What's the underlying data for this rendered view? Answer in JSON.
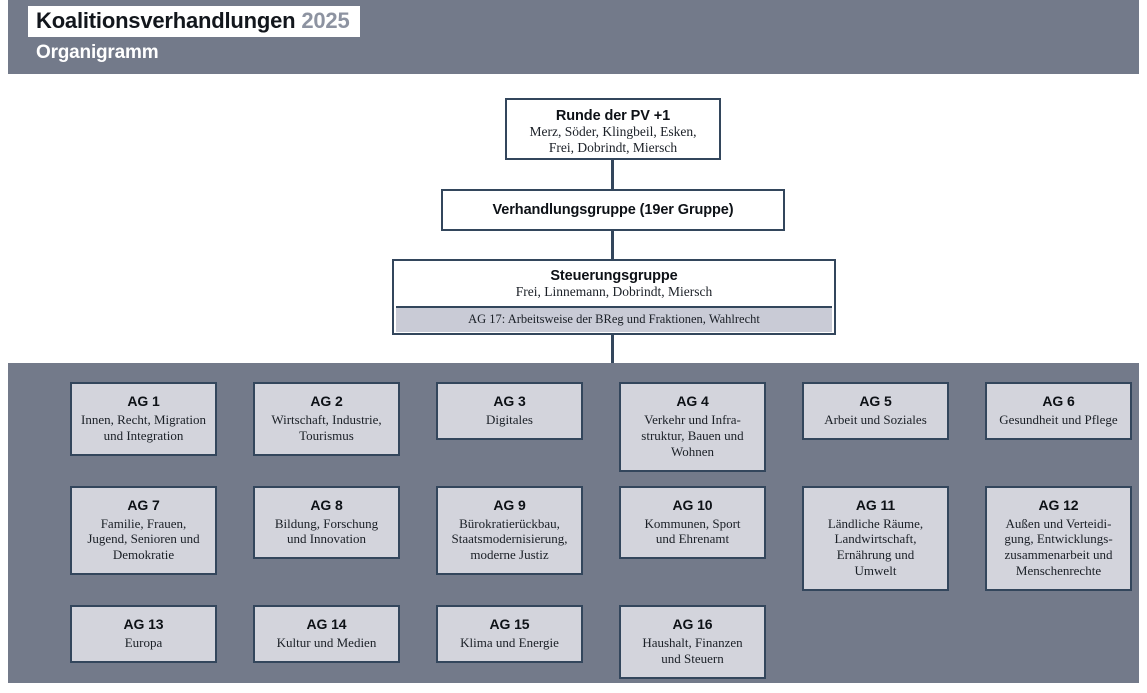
{
  "header": {
    "title_main": "Koalitionsverhandlungen",
    "title_year": "2025",
    "subtitle": "Organigramm",
    "band_color": "#737a8a",
    "year_color": "#8d93a1"
  },
  "hierarchy": {
    "pv": {
      "title": "Runde der PV +1",
      "members": "Merz, Söder, Klingbeil, Esken,\nFrei, Dobrindt, Miersch"
    },
    "verhandlungsgruppe": {
      "title": "Verhandlungsgruppe (19er Gruppe)"
    },
    "steuerungsgruppe": {
      "title": "Steuerungsgruppe",
      "members": "Frei, Linnemann, Dobrindt, Miersch",
      "ag17": "AG 17: Arbeitsweise der BReg und Fraktionen, Wahlrecht"
    }
  },
  "panel": {
    "background_color": "#737a8a",
    "box_fill": "#d3d4dc",
    "box_border": "#33465c"
  },
  "working_groups": {
    "row1": [
      {
        "title": "AG 1",
        "desc": "Innen, Recht, Migration\nund Integration"
      },
      {
        "title": "AG 2",
        "desc": "Wirtschaft, Industrie,\nTourismus"
      },
      {
        "title": "AG 3",
        "desc": "Digitales"
      },
      {
        "title": "AG 4",
        "desc": "Verkehr und Infra-\nstruktur, Bauen und\nWohnen"
      },
      {
        "title": "AG 5",
        "desc": "Arbeit und Soziales"
      },
      {
        "title": "AG 6",
        "desc": "Gesundheit und Pflege"
      }
    ],
    "row2": [
      {
        "title": "AG 7",
        "desc": "Familie, Frauen,\nJugend, Senioren und\nDemokratie"
      },
      {
        "title": "AG 8",
        "desc": "Bildung, Forschung\nund Innovation"
      },
      {
        "title": "AG 9",
        "desc": "Bürokratierückbau,\nStaatsmodernisierung,\nmoderne Justiz"
      },
      {
        "title": "AG 10",
        "desc": "Kommunen, Sport\nund Ehrenamt"
      },
      {
        "title": "AG 11",
        "desc": "Ländliche Räume,\nLandwirtschaft,\nErnährung und\nUmwelt"
      },
      {
        "title": "AG 12",
        "desc": "Außen und Verteidi-\ngung, Entwicklungs-\nzusammenarbeit und\nMenschenrechte"
      }
    ],
    "row3": [
      {
        "title": "AG 13",
        "desc": "Europa"
      },
      {
        "title": "AG 14",
        "desc": "Kultur und Medien"
      },
      {
        "title": "AG 15",
        "desc": "Klima und Energie"
      },
      {
        "title": "AG 16",
        "desc": "Haushalt, Finanzen\nund Steuern"
      }
    ]
  }
}
